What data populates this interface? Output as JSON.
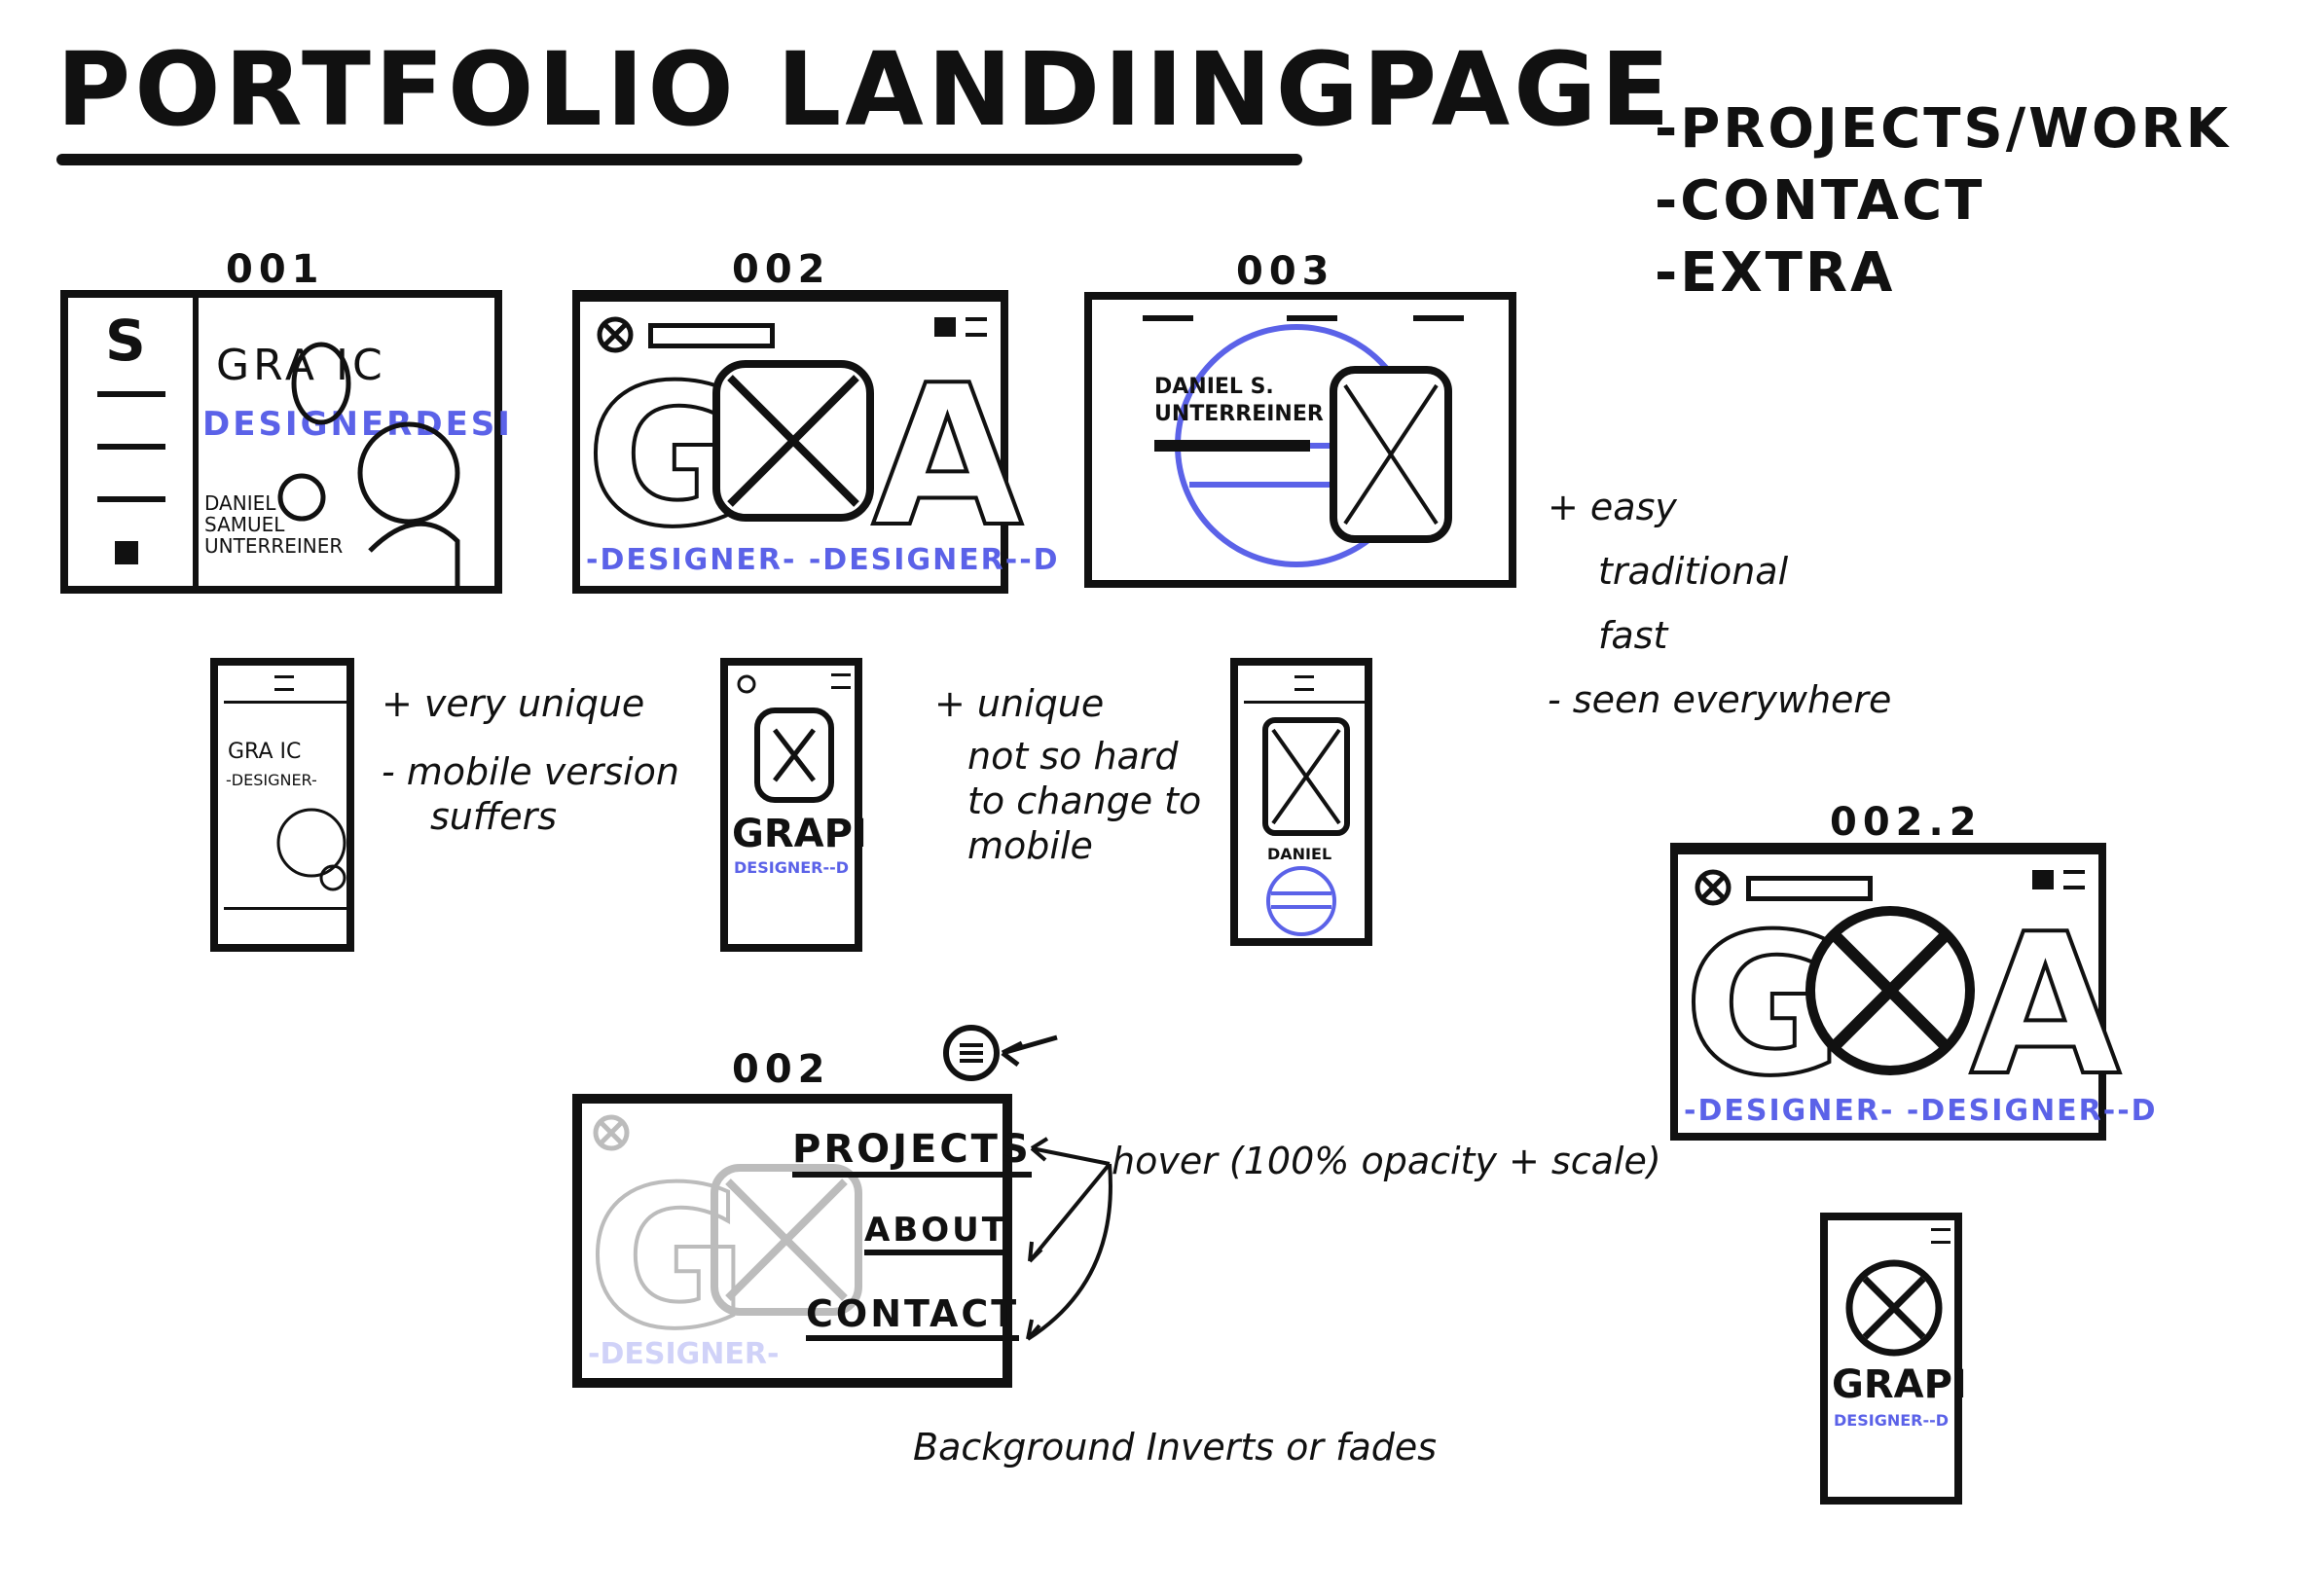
{
  "title": "PORTFOLIO LANDIINGPAGE",
  "requirements": [
    "-PROJECTS/WORK",
    "-CONTACT",
    "-EXTRA"
  ],
  "sketches": {
    "s001": {
      "label": "001",
      "logo": "S",
      "headline": "GRA  IC",
      "subheadline": "DESIGNERDESI",
      "name_lines": [
        "DANIEL",
        "SAMUEL",
        "UNTERREINER"
      ]
    },
    "s002": {
      "label": "002",
      "big_letters_left": "G",
      "big_letters_right": "A",
      "ticker": "-DESIGNER- -DESIGNER--D"
    },
    "s003": {
      "label": "003",
      "name_lines": [
        "DANIEL S.",
        "UNTERREINER"
      ]
    },
    "s0022": {
      "label": "002.2",
      "big_letters_left": "G",
      "big_letters_right": "A",
      "ticker": "-DESIGNER- -DESIGNER--D"
    },
    "s002_menu": {
      "label": "002",
      "menu_items": [
        "PROJECTS",
        "ABOUT",
        "CONTACT"
      ],
      "big_letter": "G",
      "ticker": "-DESIGNER-"
    }
  },
  "mobile": {
    "m001": {
      "headline": "GRA IC",
      "sub": "-DESIGNER-"
    },
    "m002": {
      "headline": "GRAPI",
      "sub": "DESIGNER--D"
    },
    "m003": {
      "name": "DANIEL"
    },
    "m0022": {
      "headline": "GRAPI",
      "sub": "DESIGNER--D"
    }
  },
  "notes": {
    "n001": [
      "+ very unique",
      "- mobile version",
      "suffers"
    ],
    "n002": [
      "+ unique",
      "not so hard",
      "to change to",
      "mobile"
    ],
    "n003": [
      "+ easy",
      "traditional",
      "fast",
      "- seen everywhere"
    ],
    "hover": "hover (100% opacity + scale)",
    "background": "Background Inverts or fades"
  },
  "colors": {
    "ink": "#111111",
    "accent": "#5b62e8"
  }
}
